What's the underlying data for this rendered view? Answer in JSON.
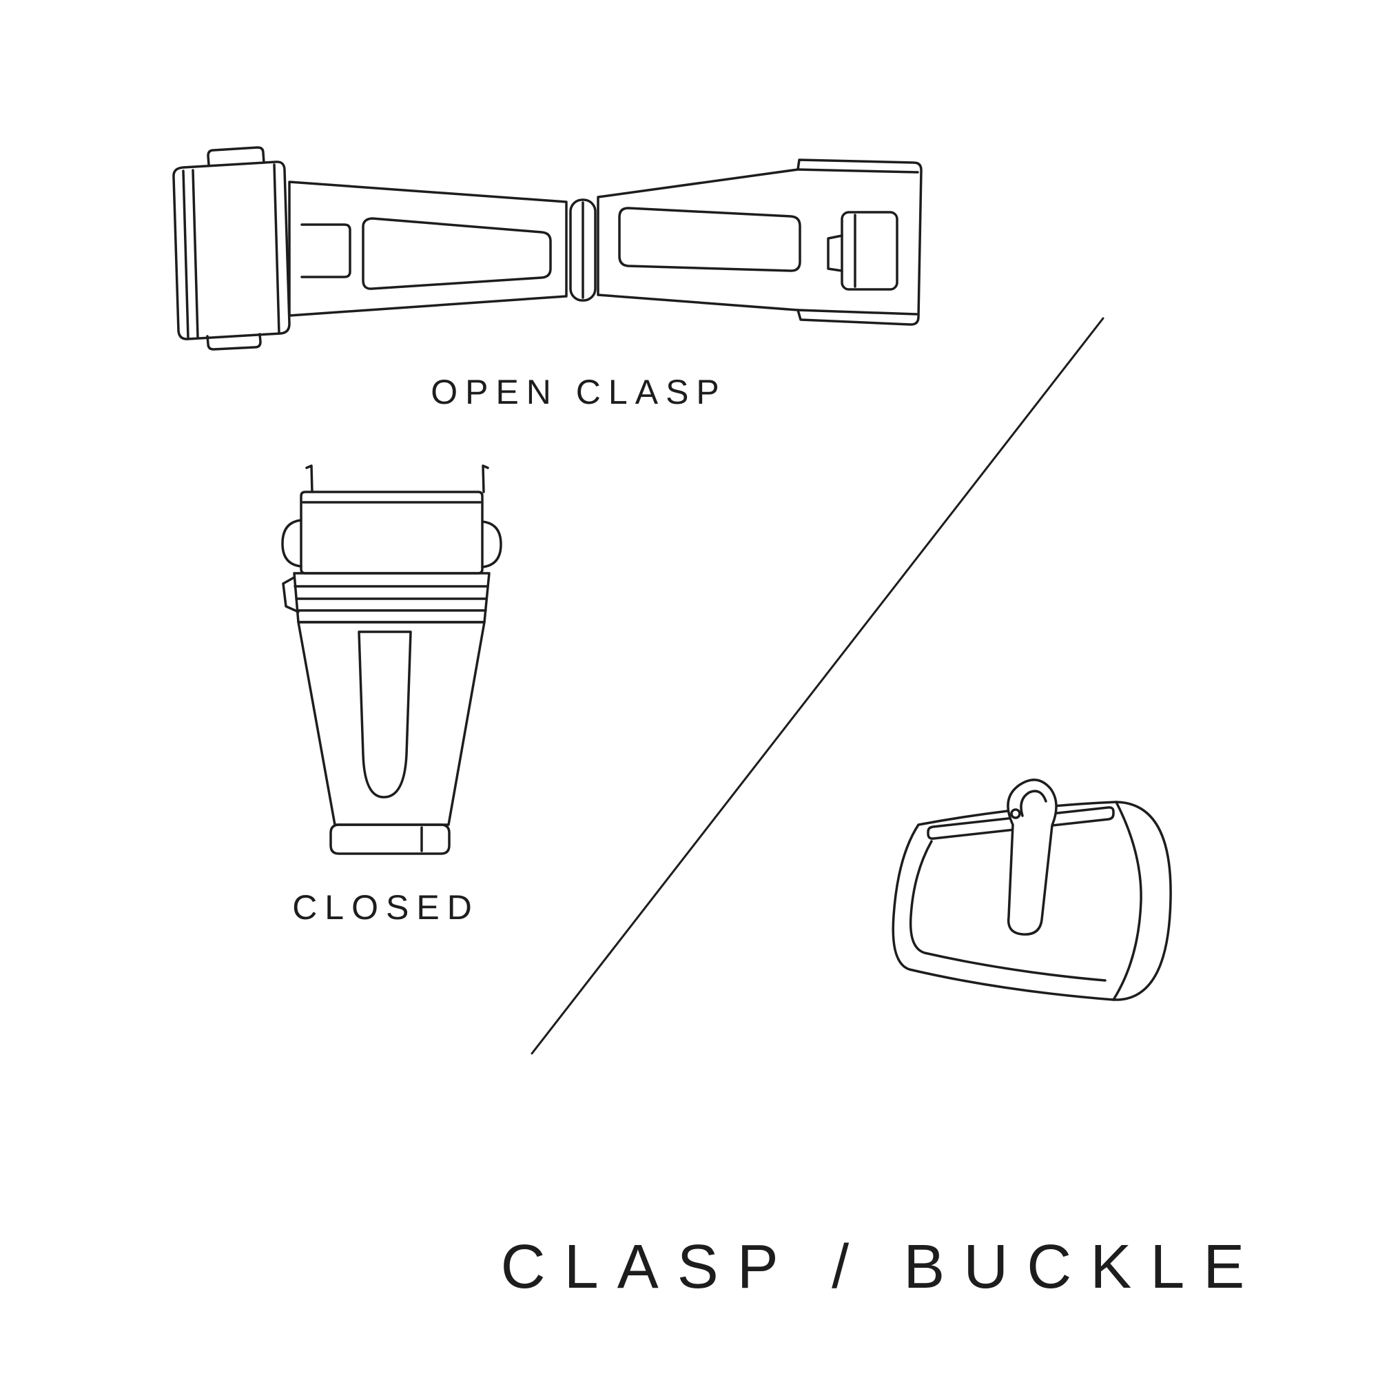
{
  "page": {
    "background_color": "#ffffff",
    "ink_color": "#1d1d1d"
  },
  "labels": {
    "open_clasp": "OPEN CLASP",
    "closed": "CLOSED"
  },
  "title": "CLASP / BUCKLE",
  "icons": {
    "open_clasp_illustration": "open-deployant-clasp-line-drawing",
    "closed_clasp_illustration": "closed-clasp-line-drawing",
    "buckle_illustration": "tang-buckle-line-drawing",
    "divider": "diagonal-separator-line"
  }
}
